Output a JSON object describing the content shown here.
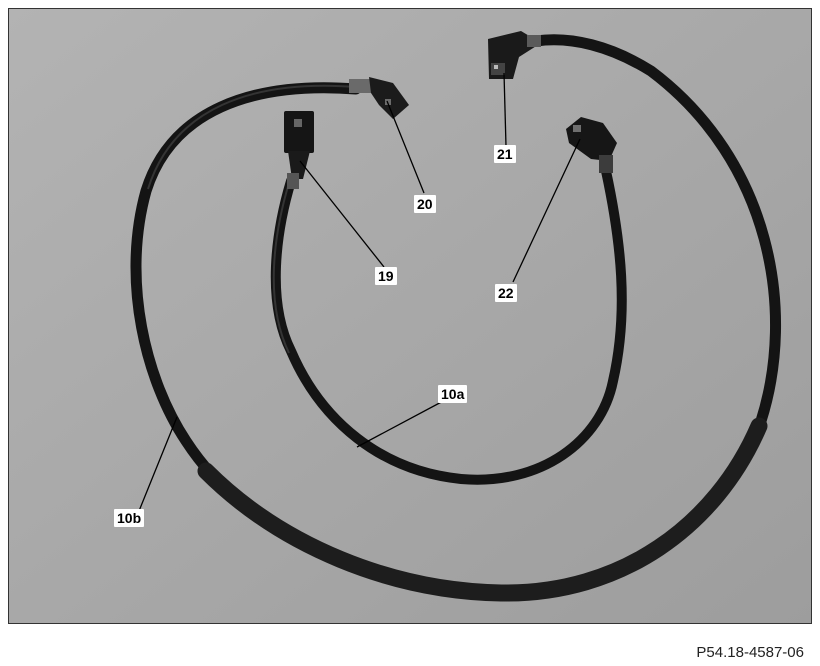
{
  "figure": {
    "code": "P54.18-4587-06",
    "background_color": "#a9a9a9",
    "cable_color": "#141414"
  },
  "callouts": {
    "c19": "19",
    "c20": "20",
    "c21": "21",
    "c22": "22",
    "c10a": "10a",
    "c10b": "10b"
  }
}
